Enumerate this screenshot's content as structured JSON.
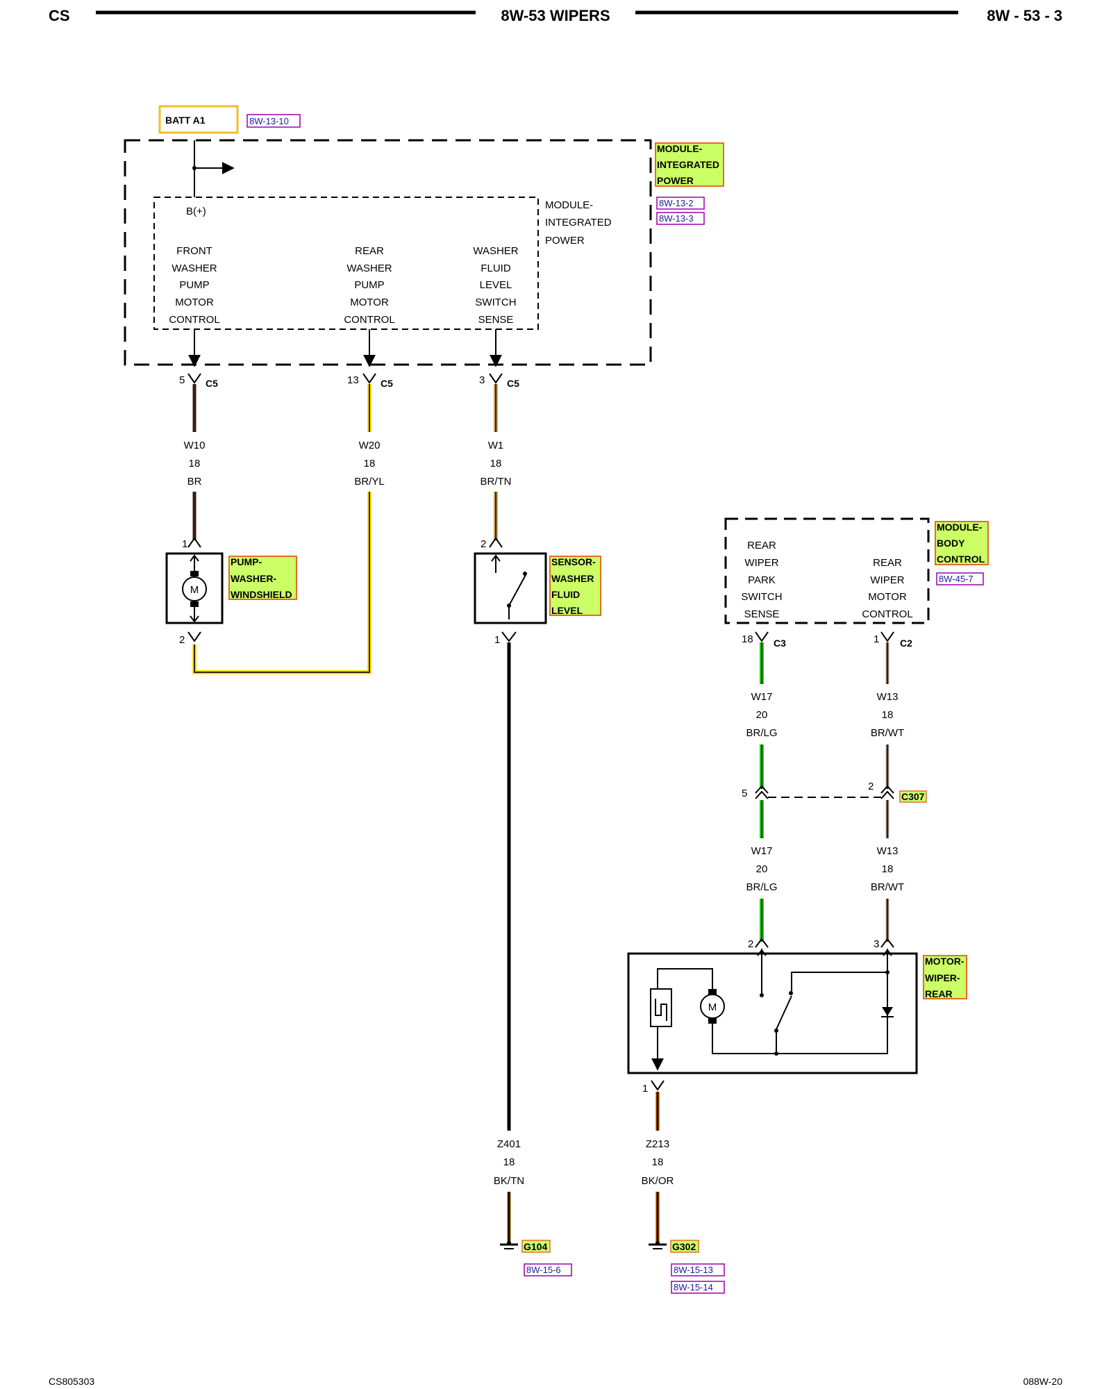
{
  "header": {
    "left": "CS",
    "title": "8W-53 WIPERS",
    "right": "8W - 53 - 3"
  },
  "footer": {
    "left": "CS805303",
    "right": "088W-20"
  },
  "battery": {
    "label": "BATT A1",
    "ref": "8W-13-10"
  },
  "ipm": {
    "name": [
      "MODULE-",
      "INTEGRATED",
      "POWER"
    ],
    "refs": [
      "8W-13-2",
      "8W-13-3"
    ],
    "inner_name": [
      "MODULE-",
      "INTEGRATED",
      "POWER"
    ],
    "bplus": "B(+)",
    "circuits": [
      {
        "lines": [
          "FRONT",
          "WASHER",
          "PUMP",
          "MOTOR",
          "CONTROL"
        ],
        "pin": "5",
        "connector": "C5",
        "wire": "W10",
        "gauge": "18",
        "color": "BR"
      },
      {
        "lines": [
          "REAR",
          "WASHER",
          "PUMP",
          "MOTOR",
          "CONTROL"
        ],
        "pin": "13",
        "connector": "C5",
        "wire": "W20",
        "gauge": "18",
        "color": "BR/YL"
      },
      {
        "lines": [
          "WASHER",
          "FLUID",
          "LEVEL",
          "SWITCH",
          "SENSE"
        ],
        "pin": "3",
        "connector": "C5",
        "wire": "W1",
        "gauge": "18",
        "color": "BR/TN"
      }
    ]
  },
  "pump": {
    "name": [
      "PUMP-",
      "WASHER-",
      "WINDSHIELD"
    ],
    "motor_symbol": "M",
    "pin_top": "1",
    "pin_bottom": "2"
  },
  "sensor": {
    "name": [
      "SENSOR-",
      "WASHER",
      "FLUID",
      "LEVEL"
    ],
    "pin_top": "2",
    "pin_bottom": "1"
  },
  "ground_g104": {
    "wire": "Z401",
    "gauge": "18",
    "color": "BK/TN",
    "ground": "G104",
    "ref": "8W-15-6"
  },
  "bcm": {
    "name": [
      "MODULE-",
      "BODY",
      "CONTROL"
    ],
    "ref": "8W-45-7",
    "left_func": [
      "REAR",
      "WIPER",
      "PARK",
      "SWITCH",
      "SENSE"
    ],
    "right_func": [
      "REAR",
      "WIPER",
      "MOTOR",
      "CONTROL"
    ],
    "left_pin": "18",
    "left_connector": "C3",
    "right_pin": "1",
    "right_connector": "C2"
  },
  "w17": {
    "wire": "W17",
    "gauge": "20",
    "color": "BR/LG"
  },
  "w13": {
    "wire": "W13",
    "gauge": "18",
    "color": "BR/WT"
  },
  "c307": {
    "name": "C307",
    "pin_left": "5",
    "pin_right": "2"
  },
  "rear_motor": {
    "name": [
      "MOTOR-",
      "WIPER-",
      "REAR"
    ],
    "motor_symbol": "M",
    "pin_left": "2",
    "pin_right": "3",
    "pin_bottom": "1"
  },
  "ground_g302": {
    "wire": "Z213",
    "gauge": "18",
    "color": "BK/OR",
    "ground": "G302",
    "refs": [
      "8W-15-13",
      "8W-15-14"
    ]
  },
  "colors": {
    "highlight": "#ccff66",
    "highlight_border": "#e07020",
    "ref_border": "#9900aa",
    "ref_text": "#1a1aa0",
    "brown": "#3a1e0c",
    "yellow": "#ffe000",
    "tan": "#c9a15a",
    "green": "#22cc22",
    "white": "#dddddd",
    "black": "#000000",
    "orange": "#ff8800"
  }
}
